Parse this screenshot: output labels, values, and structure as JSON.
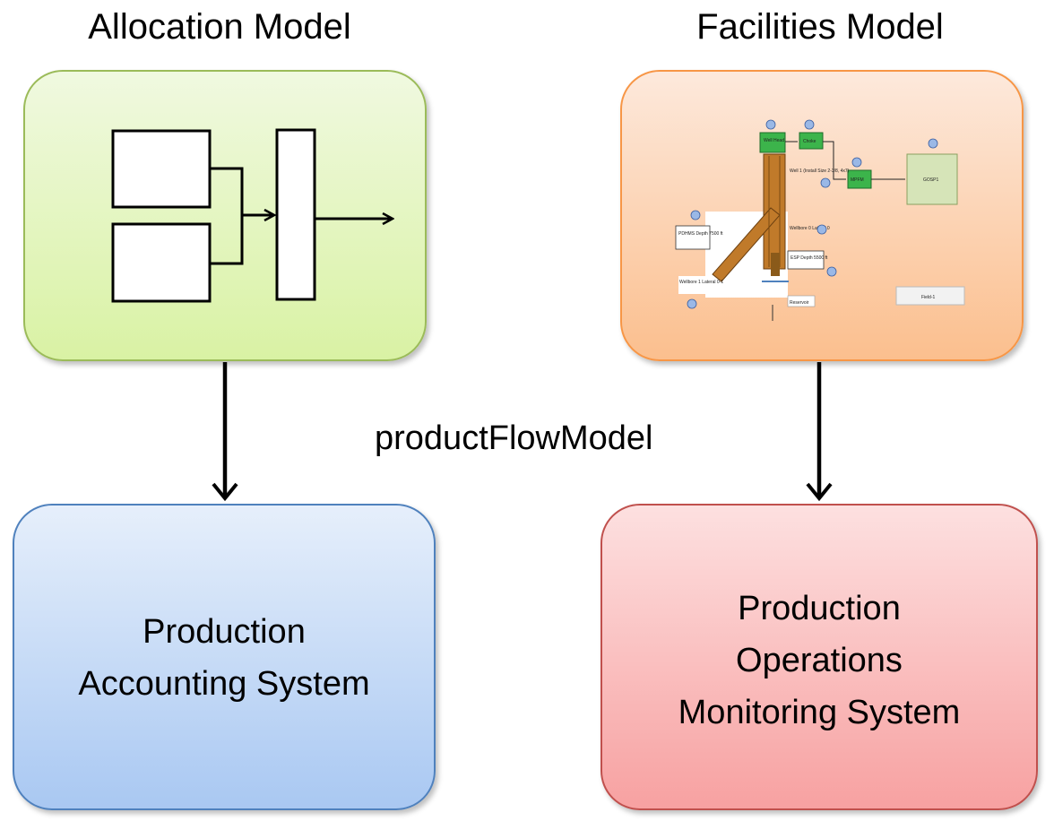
{
  "titles": {
    "allocation": "Allocation Model",
    "facilities": "Facilities Model"
  },
  "connector_label": "productFlowModel",
  "boxes": {
    "accounting": {
      "line1": "Production",
      "line2": "Accounting System"
    },
    "monitoring": {
      "line1": "Production",
      "line2": "Operations",
      "line3": "Monitoring System"
    }
  },
  "facility_schematic": {
    "gosp": "GOSP1",
    "field": "Field-1",
    "well_head": "Well Head",
    "choke": "Choke",
    "mpfm": "MPFM",
    "reservoir": "Reservoir",
    "pdhms": "PDHMS Depth 7500 ft",
    "well1": "Well 1 (Install Size 2-3/8, 4x7)",
    "wellbore0": "Wellbore 0 Lateral 0",
    "wellbore1": "Wellbore 1 Lateral 0-1",
    "esp": "ESP Depth 5500 ft"
  },
  "colors": {
    "allocation_border": "#9bbb59",
    "facilities_border": "#f79646",
    "accounting_border": "#4f81bd",
    "monitoring_border": "#c0504d"
  }
}
